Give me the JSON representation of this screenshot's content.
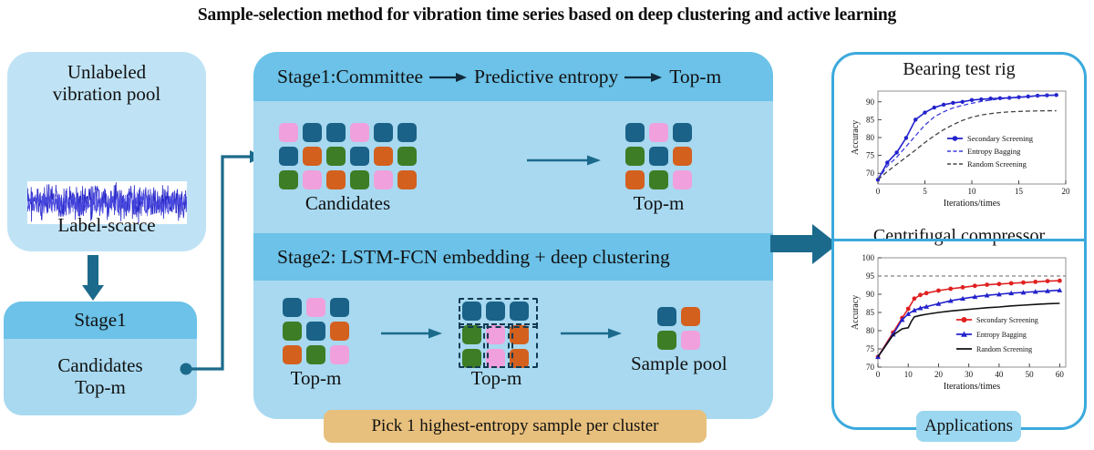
{
  "title": "Sample-selection method for vibration time series based on deep clustering and active learning",
  "colors": {
    "teal": "#1a6287",
    "pink": "#f0a0dc",
    "orange": "#d4601e",
    "green": "#3d7d25",
    "panel_header": "#6cc2e8",
    "panel_body": "#a8d9f0",
    "pool_bg": "#bfe3f5",
    "caption_bg": "#e8c07d",
    "arrow": "#1b6a8c",
    "right_border": "#3ba9dc",
    "applications_bg": "#9bd7f0"
  },
  "left": {
    "pool_title_line1": "Unlabeled",
    "pool_title_line2": "vibration pool",
    "pool_sub": "Label-scarce",
    "stage_header": "Stage1",
    "stage_body_line1": "Candidates",
    "stage_body_line2": "Top-m"
  },
  "middle": {
    "stage1_header": {
      "part1": "Stage1:Committee",
      "part2": "Predictive entropy",
      "part3": "Top-m"
    },
    "stage2_header": "Stage2: LSTM-FCN embedding + deep clustering",
    "candidates_label": "Candidates",
    "candidates_grid": {
      "cols": 6,
      "rows": 3,
      "cells": [
        "pink",
        "teal",
        "teal",
        "pink",
        "teal",
        "teal",
        "teal",
        "orange",
        "green",
        "teal",
        "orange",
        "green",
        "green",
        "pink",
        "orange",
        "green",
        "pink",
        "orange"
      ]
    },
    "topm_label": "Top-m",
    "topm_grid": {
      "cols": 3,
      "rows": 3,
      "cells": [
        "teal",
        "pink",
        "teal",
        "green",
        "teal",
        "orange",
        "orange",
        "green",
        "pink"
      ]
    },
    "stage2_topm_label": "Top-m",
    "stage2_topm_grid": {
      "cols": 3,
      "rows": 3,
      "cells": [
        "teal",
        "pink",
        "teal",
        "green",
        "teal",
        "orange",
        "orange",
        "green",
        "pink"
      ]
    },
    "clustered_label": "Top-m",
    "clustered_grid": {
      "cols": 3,
      "rows": 3,
      "cells": [
        "teal",
        "teal",
        "teal",
        "green",
        "pink",
        "orange",
        "green",
        "pink",
        "orange"
      ]
    },
    "sample_pool_label": "Sample pool",
    "sample_pool_grid": {
      "cols": 2,
      "rows": 2,
      "cells": [
        "teal",
        "orange",
        "green",
        "pink"
      ]
    },
    "caption": "Pick 1 highest-entropy sample per cluster"
  },
  "right": {
    "applications_label": "Applications",
    "chart_data": [
      {
        "type": "line",
        "title": "Bearing test rig",
        "xlabel": "Iterations/times",
        "ylabel": "Accuracy",
        "xlim": [
          0,
          20
        ],
        "ylim": [
          67,
          93
        ],
        "xticks": [
          0,
          5,
          10,
          15,
          20
        ],
        "yticks": [
          70,
          75,
          80,
          85,
          90
        ],
        "grid": false,
        "legend_position": "lower-right",
        "series": [
          {
            "name": "Secondary Screening",
            "color": "#2222cc",
            "style": "solid-markers",
            "x": [
              0,
              1,
              2,
              3,
              4,
              5,
              6,
              7,
              8,
              9,
              10,
              11,
              12,
              13,
              14,
              15,
              16,
              17,
              18,
              19
            ],
            "y": [
              68.2,
              73.0,
              75.8,
              79.9,
              85.0,
              87.0,
              88.4,
              89.2,
              89.7,
              90.0,
              90.5,
              90.7,
              90.9,
              91.0,
              91.1,
              91.3,
              91.5,
              91.7,
              91.8,
              91.9
            ]
          },
          {
            "name": "Entropy Bagging",
            "color": "#3b3bdd",
            "style": "dashed",
            "x": [
              0,
              1,
              2,
              3,
              4,
              5,
              6,
              7,
              8,
              9,
              10,
              11,
              12,
              13,
              14,
              15,
              16,
              17,
              18,
              19
            ],
            "y": [
              68.2,
              72.0,
              74.5,
              77.5,
              80.5,
              83.5,
              85.8,
              87.2,
              88.3,
              89.0,
              89.6,
              90.1,
              90.5,
              90.8,
              91.0,
              91.2,
              91.4,
              91.6,
              91.7,
              91.8
            ]
          },
          {
            "name": "Random Screening",
            "color": "#444444",
            "style": "dashed",
            "x": [
              0,
              1,
              2,
              3,
              4,
              5,
              6,
              7,
              8,
              9,
              10,
              11,
              12,
              13,
              14,
              15,
              16,
              17,
              18,
              19
            ],
            "y": [
              68.2,
              70.5,
              72.5,
              74.5,
              76.5,
              78.6,
              80.5,
              82.2,
              83.6,
              84.8,
              85.7,
              86.3,
              86.7,
              87.0,
              87.2,
              87.3,
              87.4,
              87.45,
              87.5,
              87.5
            ]
          }
        ]
      },
      {
        "type": "line",
        "title": "Centrifugal compressor",
        "xlabel": "Iterations/times",
        "ylabel": "Accuracy",
        "xlim": [
          0,
          62
        ],
        "ylim": [
          70,
          100
        ],
        "xticks": [
          0,
          10,
          20,
          30,
          40,
          50,
          60
        ],
        "yticks": [
          70,
          75,
          80,
          85,
          90,
          95,
          100
        ],
        "grid": false,
        "legend_position": "lower-right",
        "reference_line": {
          "y": 95,
          "style": "dashed",
          "color": "#666666"
        },
        "series": [
          {
            "name": "Secondary Screening",
            "color": "#e02020",
            "style": "solid-circles",
            "x": [
              0,
              5,
              8,
              10,
              12,
              14,
              16,
              20,
              24,
              28,
              32,
              36,
              40,
              44,
              48,
              52,
              56,
              60
            ],
            "y": [
              72.8,
              79.5,
              83.5,
              86.0,
              88.8,
              89.8,
              90.3,
              91.0,
              91.5,
              91.9,
              92.3,
              92.6,
              92.8,
              93.0,
              93.2,
              93.4,
              93.6,
              93.7
            ]
          },
          {
            "name": "Entropy Bagging",
            "color": "#2222cc",
            "style": "solid-triangles",
            "x": [
              0,
              5,
              8,
              10,
              12,
              14,
              16,
              20,
              24,
              28,
              32,
              36,
              40,
              44,
              48,
              52,
              56,
              60
            ],
            "y": [
              72.8,
              79.0,
              83.0,
              84.6,
              85.6,
              86.2,
              86.6,
              87.4,
              88.2,
              88.8,
              89.3,
              89.7,
              90.0,
              90.3,
              90.5,
              90.7,
              90.9,
              91.1
            ]
          },
          {
            "name": "Random Screening",
            "color": "#111111",
            "style": "solid",
            "x": [
              0,
              5,
              8,
              10,
              11,
              12,
              14,
              16,
              20,
              24,
              28,
              32,
              36,
              40,
              44,
              48,
              52,
              56,
              60
            ],
            "y": [
              72.8,
              78.8,
              80.5,
              80.8,
              82.5,
              83.8,
              84.2,
              84.5,
              85.0,
              85.4,
              85.7,
              86.0,
              86.3,
              86.5,
              86.8,
              87.0,
              87.2,
              87.4,
              87.5
            ]
          }
        ]
      }
    ]
  }
}
